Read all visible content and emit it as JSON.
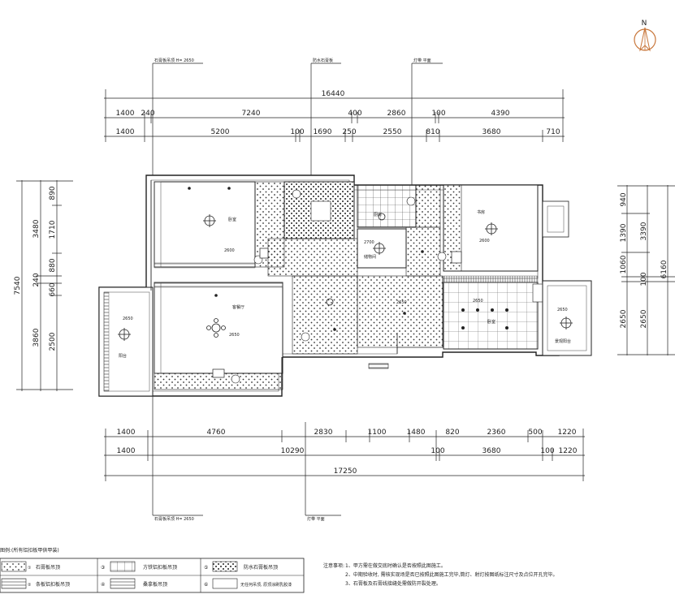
{
  "north_label": "N",
  "callouts": {
    "top_left": "石膏板吊顶 H= 2650",
    "top_mid": "防水石膏板",
    "top_right": "灯带 平面",
    "bottom_left": "石膏板吊顶 H= 2650",
    "bottom_right": "灯带 平面"
  },
  "dims_top_total": "16440",
  "dims_top_row1": [
    "1400",
    "240",
    "7240",
    "400",
    "2860",
    "100",
    "4390"
  ],
  "dims_top_row2": [
    "1400",
    "5200",
    "100",
    "1690",
    "250",
    "2550",
    "810",
    "3680",
    "710"
  ],
  "dims_bottom_row1": [
    "1400",
    "4760",
    "2830",
    "1100",
    "1480",
    "820",
    "2360",
    "500",
    "1220"
  ],
  "dims_bottom_row2": [
    "1400",
    "10290",
    "100",
    "3680",
    "100",
    "1220"
  ],
  "dims_bottom_total": "17250",
  "dims_left_outer": [
    "3480",
    "240",
    "3860"
  ],
  "dims_left_inner": [
    "890",
    "1710",
    "880",
    "660",
    "2500"
  ],
  "dims_left_total": "7540",
  "dims_right_outer": [
    "3390",
    "100",
    "2650"
  ],
  "dims_right_inner": [
    "940",
    "1390",
    "1060",
    "2650"
  ],
  "dims_right_total": "6160",
  "rooms": {
    "bedroom1": "卧室",
    "living": "客餐厅",
    "balcony_left": "阳台",
    "kitchen": "厨房",
    "storage": "储物间",
    "study": "书房",
    "bedroom2": "卧室",
    "balcony_right": "景观阳台"
  },
  "labels": {
    "h2600": "2600",
    "h2650": "2650",
    "h2700": "2700"
  },
  "legend": {
    "title": "图例:(所有铝扣板甲供甲装)",
    "items": [
      {
        "num": "①",
        "label": "石膏板吊顶"
      },
      {
        "num": "②",
        "label": "条板铝扣板吊顶"
      },
      {
        "num": "③",
        "label": "方铁铝扣板吊顶"
      },
      {
        "num": "④",
        "label": "桑拿板吊顶"
      },
      {
        "num": "⑤",
        "label": "防水石膏板吊顶"
      },
      {
        "num": "⑥",
        "label": "无任何吊顶, 原顶涂刷乳胶漆"
      }
    ]
  },
  "notes": {
    "title": "注意事项:",
    "lines": [
      "1、甲方需在做交底时确认是否按照此图施工。",
      "2、中期验收时, 需核实现场是否已按照此图施工完毕,筒灯、射灯按图纸标注尺寸及点位开孔完毕。",
      "3、石膏板及石膏线接缝处需做防开裂处理。"
    ]
  }
}
